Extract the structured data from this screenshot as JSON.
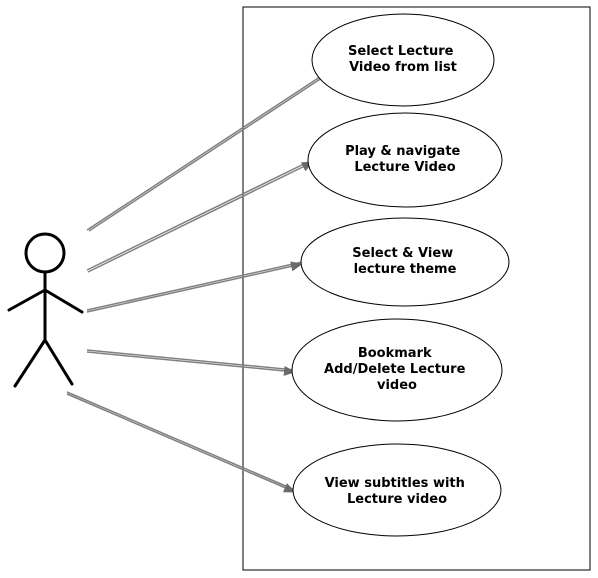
{
  "diagram": {
    "type": "use-case",
    "actor": {
      "icon": "stick-figure-icon",
      "label": ""
    },
    "system_boundary": {
      "label": ""
    },
    "use_cases": [
      {
        "lines": [
          "Select Lecture",
          "Video from list"
        ]
      },
      {
        "lines": [
          "Play & navigate",
          "Lecture Video"
        ]
      },
      {
        "lines": [
          "Select & View",
          "lecture theme"
        ]
      },
      {
        "lines": [
          "Bookmark",
          "Add/Delete Lecture",
          "video"
        ]
      },
      {
        "lines": [
          "View subtitles with",
          "Lecture video"
        ]
      }
    ],
    "colors": {
      "line": "#000000",
      "association": "#808080",
      "background": "#ffffff"
    }
  }
}
